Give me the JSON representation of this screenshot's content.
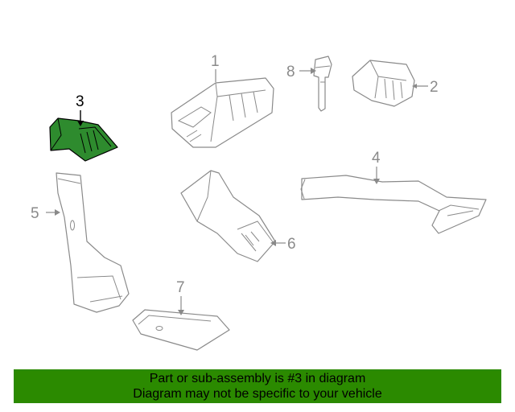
{
  "diagram": {
    "highlighted_part": "3",
    "callouts": [
      "1",
      "2",
      "3",
      "4",
      "5",
      "6",
      "7",
      "8"
    ]
  },
  "banner": {
    "line1": "Part or sub-assembly is #3 in diagram",
    "line2": "Diagram may not be specific to your vehicle"
  },
  "colors": {
    "highlight_fill": "#2e8b2e",
    "banner_bg": "#2b8a00",
    "line_gray": "#8a8a8a"
  }
}
